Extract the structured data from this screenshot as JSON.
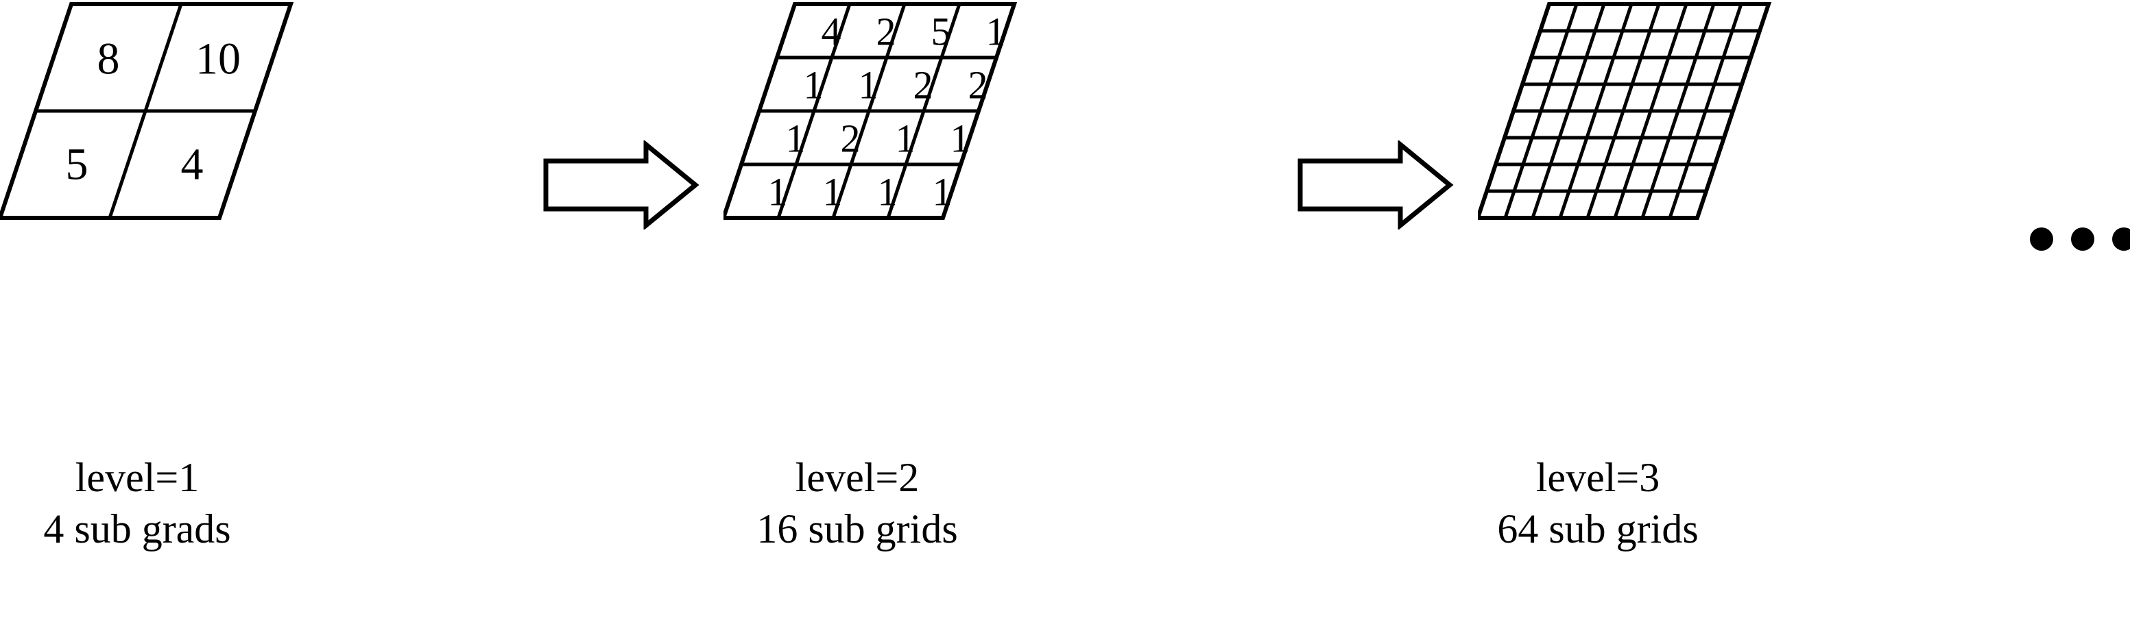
{
  "figure": {
    "type": "diagram",
    "subject": "hierarchical quad-tree grid subdivision of a parallelogram cell",
    "background_color": "#ffffff",
    "line_color": "#000000",
    "text_color": "#000000"
  },
  "stages": [
    {
      "id": "level-1",
      "level_label": "level=1",
      "count_label": "4 sub grads",
      "rows": 2,
      "cols": 2,
      "has_values": true,
      "values": [
        [
          "8",
          "10"
        ],
        [
          "5",
          "4"
        ]
      ]
    },
    {
      "id": "level-2",
      "level_label": "level=2",
      "count_label": "16 sub grids",
      "rows": 4,
      "cols": 4,
      "has_values": true,
      "values": [
        [
          "4",
          "2",
          "5",
          "1"
        ],
        [
          "1",
          "1",
          "2",
          "2"
        ],
        [
          "1",
          "2",
          "1",
          "1"
        ],
        [
          "1",
          "1",
          "1",
          "1"
        ]
      ]
    },
    {
      "id": "level-3",
      "level_label": "level=3",
      "count_label": "64 sub grids",
      "rows": 8,
      "cols": 8,
      "has_values": false,
      "values": []
    }
  ],
  "arrows": [
    {
      "id": "arrow-1-to-2",
      "direction": "right",
      "style": "hollow-outline-block-arrow"
    },
    {
      "id": "arrow-2-to-3",
      "direction": "right",
      "style": "hollow-outline-block-arrow"
    }
  ],
  "ellipsis": {
    "label": "...",
    "dot_count": 3,
    "meaning": "continues to higher levels"
  }
}
